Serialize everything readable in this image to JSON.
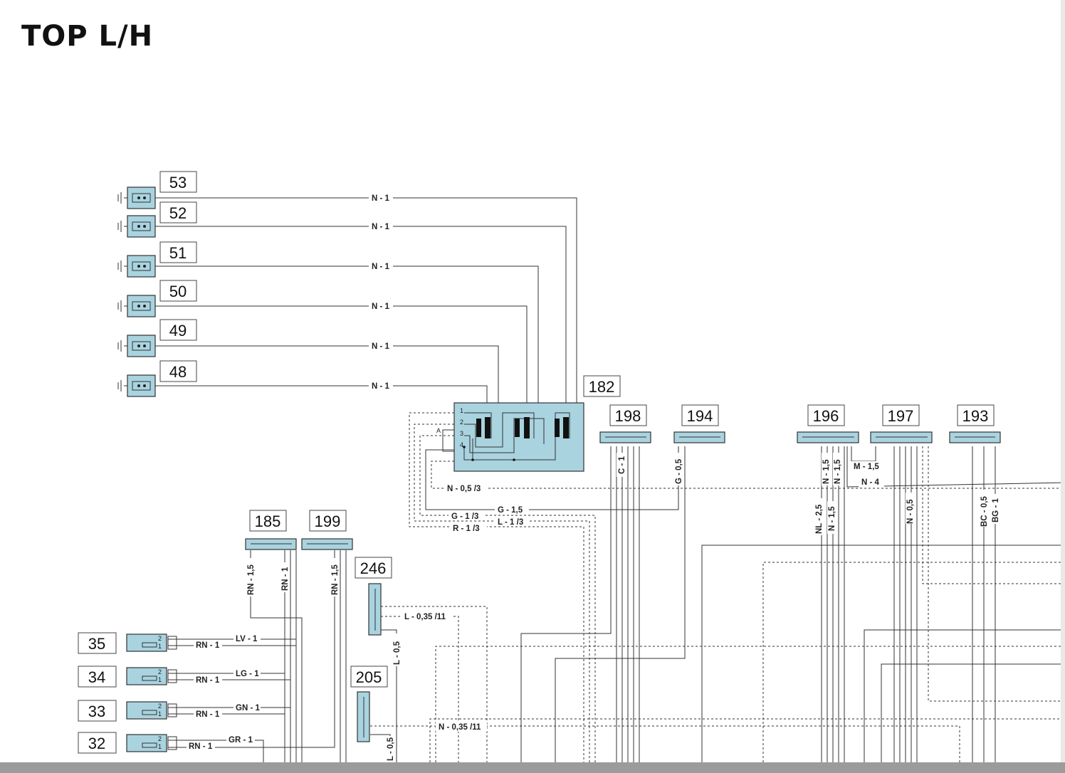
{
  "title": "TOP L/H",
  "components": {
    "c53": "53",
    "c52": "52",
    "c51": "51",
    "c50": "50",
    "c49": "49",
    "c48": "48",
    "c182": "182",
    "c198": "198",
    "c194": "194",
    "c196": "196",
    "c197": "197",
    "c193": "193",
    "c185": "185",
    "c199": "199",
    "c246": "246",
    "c205": "205",
    "c35": "35",
    "c34": "34",
    "c33": "33",
    "c32": "32"
  },
  "relay_pins": [
    "1",
    "2",
    "3",
    "4"
  ],
  "relay_aux_label": "A",
  "connector_pins": [
    "2",
    "1"
  ],
  "wires": {
    "w53": "N - 1",
    "w52": "N - 1",
    "w51": "N - 1",
    "w50": "N - 1",
    "w49": "N - 1",
    "w48": "N - 1",
    "n05_3": "N - 0,5 /3",
    "g15": "G - 1,5",
    "g1_3": "G - 1 /3",
    "l1_3": "L - 1 /3",
    "r1_3": "R - 1 /3",
    "c1": "C - 1",
    "g05": "G - 0,5",
    "n15a": "N - 1,5",
    "n15b": "N - 1,5",
    "n15c": "N - 1,5",
    "nl25": "NL - 2,5",
    "m15": "M - 1,5",
    "n4": "N - 4",
    "n05": "N - 0,5",
    "bc05": "BC - 0,5",
    "bg1": "BG - 1",
    "rn15": "RN - 1,5",
    "rn1": "RN - 1",
    "rn15b": "RN - 1,5",
    "l035_11": "L - 0,35 /11",
    "l05": "L - 0,5",
    "n035_11": "N - 0,35 /11",
    "l05b": "L - 0,5",
    "lv1": "LV - 1",
    "rn1_35": "RN - 1",
    "lg1": "LG - 1",
    "rn1_34": "RN - 1",
    "gn1": "GN - 1",
    "rn1_33": "RN - 1",
    "gr1": "GR - 1",
    "rn1_32": "RN - 1"
  },
  "colors": {
    "component_fill": "#a9d3df",
    "wire": "#333333",
    "background": "#ffffff"
  }
}
